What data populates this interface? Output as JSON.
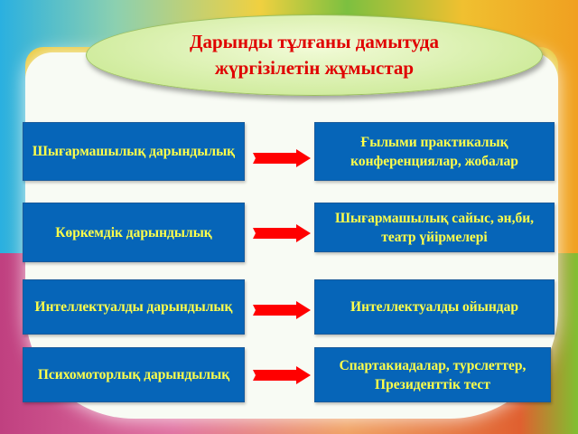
{
  "title": {
    "line1": "Дарынды тұлғаны дамытуда",
    "line2": "жүргізілетін жұмыстар"
  },
  "rows": [
    {
      "left": "Шығармашылық дарындылық",
      "right": "Ғылыми практикалық конференциялар, жобалар"
    },
    {
      "left": "Көркемдік дарындылық",
      "right": "Шығармашылық сайыс, ән,би, театр үйірмелері"
    },
    {
      "left": "Интеллектуалды дарындылық",
      "right": "Интеллектуалды ойындар"
    },
    {
      "left": "Психомоторлық дарындылық",
      "right": "Спартакиадалар, турслеттер, Президенттік тест"
    }
  ],
  "colors": {
    "box": "#0665b8",
    "box_text": "#ffff4a",
    "title": "#e00000",
    "arrow": "#ff0000"
  }
}
